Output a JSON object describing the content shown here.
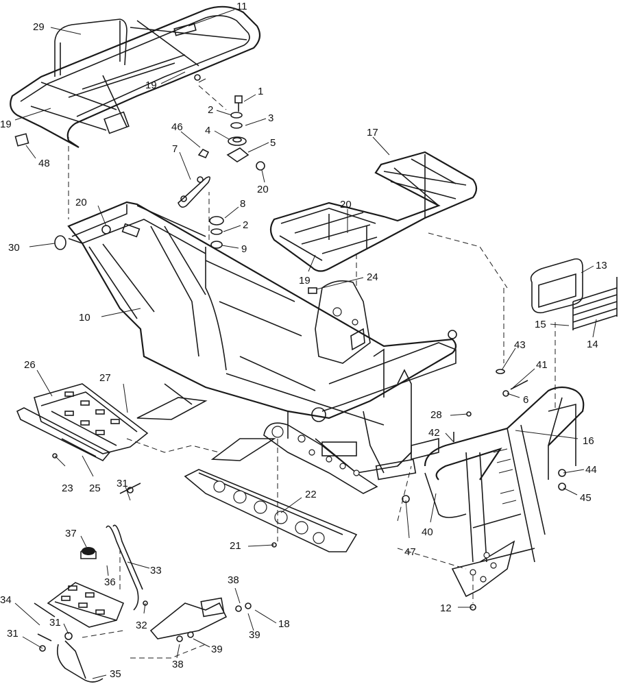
{
  "callouts": [
    {
      "n": "11"
    },
    {
      "n": "29"
    },
    {
      "n": "19"
    },
    {
      "n": "1"
    },
    {
      "n": "2"
    },
    {
      "n": "3"
    },
    {
      "n": "19"
    },
    {
      "n": "46"
    },
    {
      "n": "4"
    },
    {
      "n": "5"
    },
    {
      "n": "48"
    },
    {
      "n": "7"
    },
    {
      "n": "17"
    },
    {
      "n": "20"
    },
    {
      "n": "20"
    },
    {
      "n": "8"
    },
    {
      "n": "20"
    },
    {
      "n": "2"
    },
    {
      "n": "30"
    },
    {
      "n": "9"
    },
    {
      "n": "19"
    },
    {
      "n": "24"
    },
    {
      "n": "13"
    },
    {
      "n": "10"
    },
    {
      "n": "15"
    },
    {
      "n": "14"
    },
    {
      "n": "43"
    },
    {
      "n": "26"
    },
    {
      "n": "41"
    },
    {
      "n": "27"
    },
    {
      "n": "6"
    },
    {
      "n": "28"
    },
    {
      "n": "42"
    },
    {
      "n": "16"
    },
    {
      "n": "23"
    },
    {
      "n": "25"
    },
    {
      "n": "44"
    },
    {
      "n": "31"
    },
    {
      "n": "22"
    },
    {
      "n": "45"
    },
    {
      "n": "37"
    },
    {
      "n": "40"
    },
    {
      "n": "21"
    },
    {
      "n": "47"
    },
    {
      "n": "33"
    },
    {
      "n": "36"
    },
    {
      "n": "38"
    },
    {
      "n": "12"
    },
    {
      "n": "34"
    },
    {
      "n": "32"
    },
    {
      "n": "31"
    },
    {
      "n": "18"
    },
    {
      "n": "39"
    },
    {
      "n": "31"
    },
    {
      "n": "39"
    },
    {
      "n": "38"
    },
    {
      "n": "35"
    }
  ]
}
